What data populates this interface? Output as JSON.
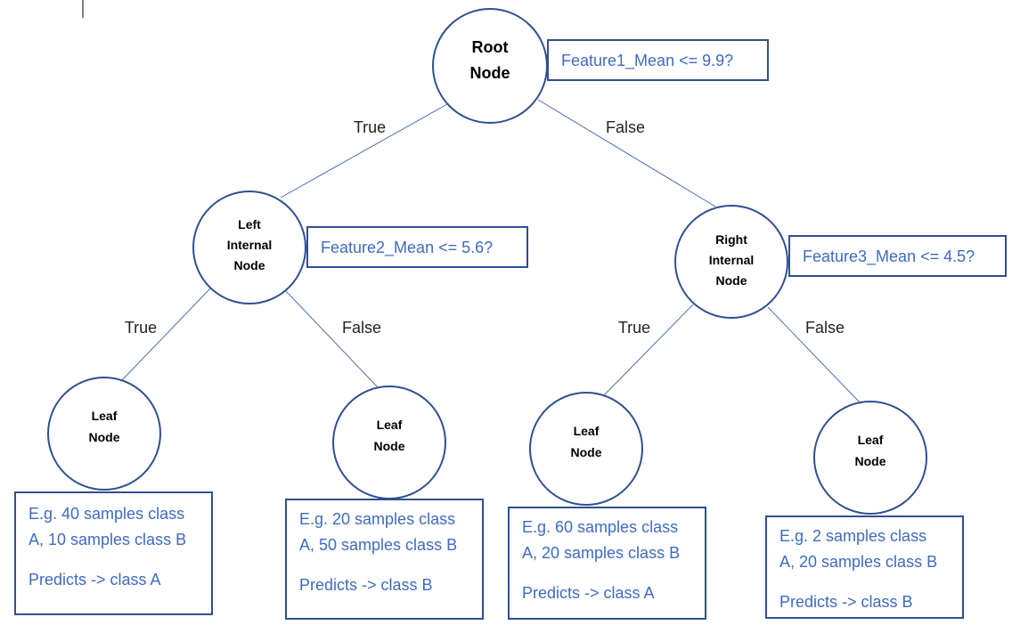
{
  "nodes": {
    "root": {
      "line1": "Root",
      "line2": "Node",
      "condition": "Feature1_Mean <= 9.9?"
    },
    "left_internal": {
      "line1": "Left",
      "line2": "Internal",
      "line3": "Node",
      "condition": "Feature2_Mean <= 5.6?"
    },
    "right_internal": {
      "line1": "Right",
      "line2": "Internal",
      "line3": "Node",
      "condition": "Feature3_Mean <= 4.5?"
    },
    "leaves": [
      {
        "line1": "Leaf",
        "line2": "Node",
        "info1": "E.g. 40 samples class",
        "info2": "A, 10 samples class B",
        "prediction": "Predicts -> class A"
      },
      {
        "line1": "Leaf",
        "line2": "Node",
        "info1": "E.g. 20 samples class",
        "info2": "A, 50 samples class B",
        "prediction": "Predicts -> class B"
      },
      {
        "line1": "Leaf",
        "line2": "Node",
        "info1": "E.g. 60 samples class",
        "info2": "A, 20 samples class B",
        "prediction": "Predicts -> class A"
      },
      {
        "line1": "Leaf",
        "line2": "Node",
        "info1": "E.g. 2 samples class",
        "info2": "A, 20 samples class B",
        "prediction": "Predicts -> class B"
      }
    ]
  },
  "edges": {
    "true_label": "True",
    "false_label": "False"
  },
  "colors": {
    "node_stroke": "#2f4f8f",
    "text_blue": "#3e6bbf",
    "edge": "#4a6fb0"
  }
}
